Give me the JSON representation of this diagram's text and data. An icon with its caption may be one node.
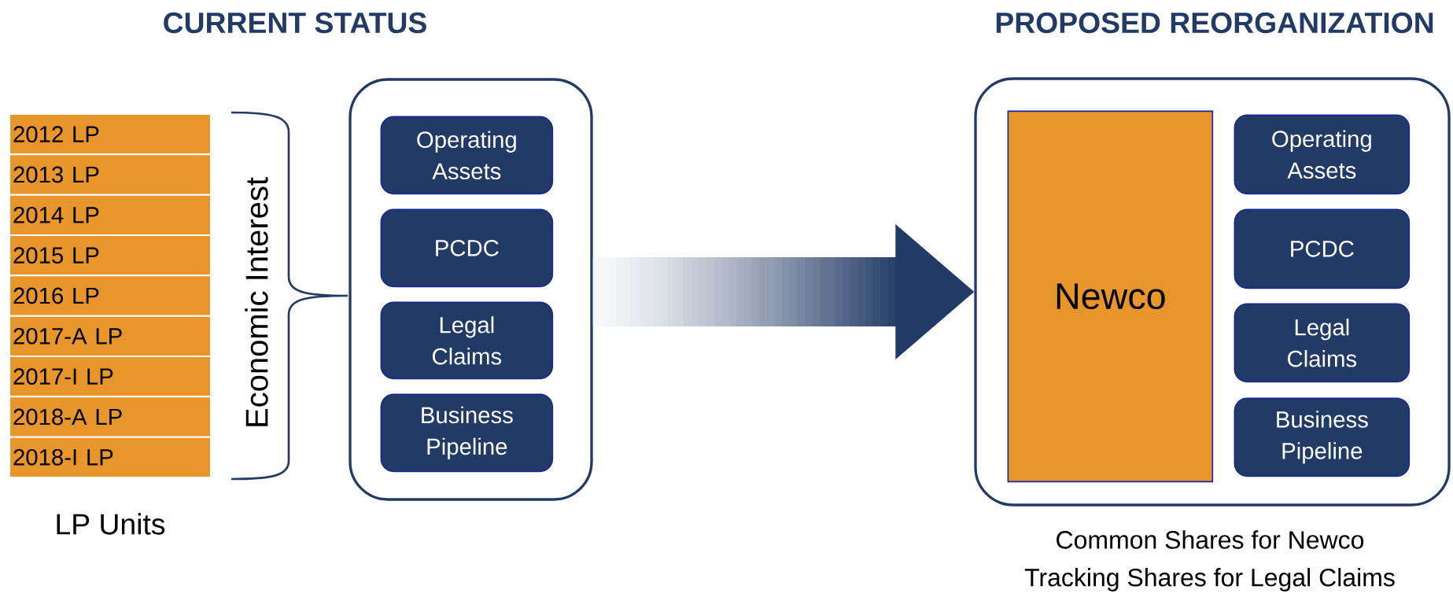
{
  "diagram": {
    "nodes": [
      {
        "text": [
          "2012 LP"
        ]
      },
      {
        "text": [
          "2013 LP"
        ]
      },
      {
        "text": [
          "2014 LP"
        ]
      },
      {
        "text": [
          "2015 LP"
        ]
      },
      {
        "text": [
          "2016 LP"
        ]
      },
      {
        "text": [
          "2017-A LP"
        ]
      },
      {
        "text": [
          "2017-I LP"
        ]
      },
      {
        "text": [
          "2018-A LP"
        ]
      },
      {
        "text": [
          "2018-I LP"
        ]
      },
      {
        "text": [],
        "shape": "box"
      },
      {
        "text": [
          "Operating Assets"
        ],
        "in": 9
      },
      {
        "text": [
          "PCDC"
        ],
        "in": 9
      },
      {
        "text": [
          "Legal Claims"
        ],
        "in": 9
      },
      {
        "text": [
          "Business Pipeline"
        ],
        "in": 9
      },
      {
        "text": [],
        "shape": "box",
        "beside": [
          "Common Shares for Newco",
          "Tracking Shares for Legal Claims"
        ]
      },
      {
        "text": [
          "Newco"
        ],
        "in": 14
      },
      {
        "text": [
          "Operating Assets"
        ],
        "in": 14
      },
      {
        "text": [
          "PCDC"
        ],
        "in": 14
      },
      {
        "text": [
          "Legal Claims"
        ],
        "in": 14
      },
      {
        "text": [
          "Business Pipeline"
        ],
        "in": 14
      }
    ],
    "edges": [
      {
        "from": 9,
        "to": 14,
        "arrow": "to"
      }
    ],
    "labels": [
      "CURRENT STATUS",
      "PROPOSED REORGANIZATION",
      "Economic Interest",
      "LP Units"
    ]
  }
}
